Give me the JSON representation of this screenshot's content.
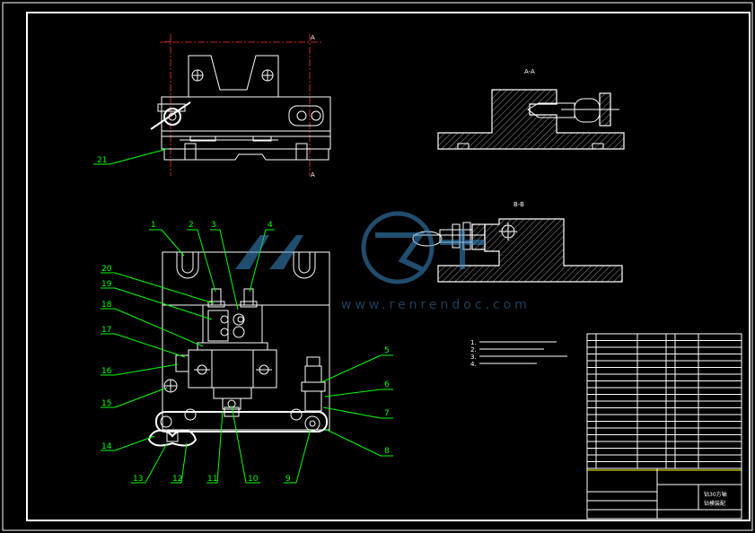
{
  "views": {
    "section_aa": "A-A",
    "section_bb": "B-B",
    "cut_marks": [
      "A",
      "A"
    ]
  },
  "callouts": {
    "left": [
      "1",
      "2",
      "3",
      "4",
      "20",
      "19",
      "18",
      "17",
      "16",
      "15",
      "14",
      "13",
      "12",
      "11",
      "10",
      "9"
    ],
    "right": [
      "5",
      "6",
      "7",
      "8"
    ],
    "top_view": "21"
  },
  "notes": [
    "1.",
    "2.",
    "3.",
    "4."
  ],
  "watermark": {
    "text": "www.renrendoc.com"
  },
  "title_block": {
    "drawing_title": "钻30方轴",
    "subtitle": "钻模装配"
  },
  "colors": {
    "background": "#000000",
    "lines": "#ffffff",
    "leaders": "#00ff00",
    "centerlines": "#ff3030",
    "watermark": "#3c8cc8",
    "table_accent": "#ffff00"
  }
}
